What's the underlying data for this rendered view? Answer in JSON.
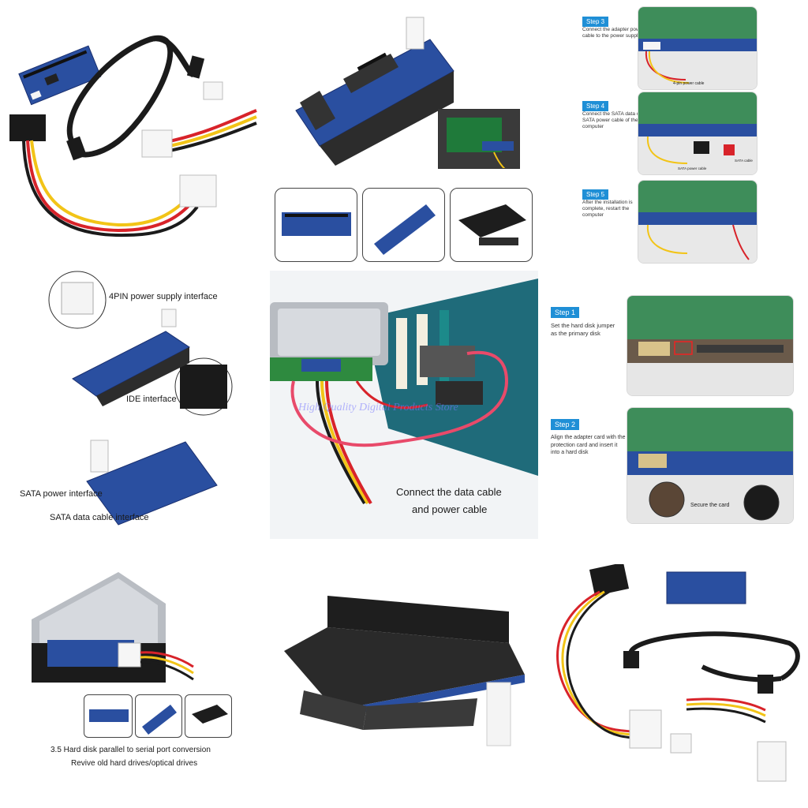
{
  "steps": [
    {
      "badge": "Step 3",
      "text": "Connect the adapter power\ncable to the power supply",
      "caption": "4-pin power cable"
    },
    {
      "badge": "Step 4",
      "text": "Connect the SATA data cable and\nSATA power cable of the\ncomputer",
      "caption_left": "SATA power cable",
      "caption_right": "SATA cable"
    },
    {
      "badge": "Step 5",
      "text": "After the installation is\ncomplete, restart the\ncomputer"
    },
    {
      "badge": "Step 1",
      "text": "Set the hard disk jumper\nas the primary disk"
    },
    {
      "badge": "Step 2",
      "text": "Align the adapter card with the\nprotection card and insert it\ninto a hard disk",
      "caption": "Secure the card"
    }
  ],
  "interfaces": {
    "power4pin": "4PIN power supply interface",
    "ide": "IDE interface",
    "sata_power": "SATA power interface",
    "sata_data": "SATA data cable interface"
  },
  "center": {
    "caption_line1": "Connect the data cable",
    "caption_line2": "and power cable",
    "watermark": "High Quality Digital Products Store"
  },
  "bottom_left": {
    "line1": "3.5 Hard disk parallel to serial port conversion",
    "line2": "Revive old hard drives/optical drives"
  },
  "colors": {
    "pcb_blue": "#2a4fa0",
    "step_blue": "#1f8fd6",
    "cable_black": "#1b1b1b",
    "wire_red": "#d8232a",
    "wire_yellow": "#f2c417"
  }
}
